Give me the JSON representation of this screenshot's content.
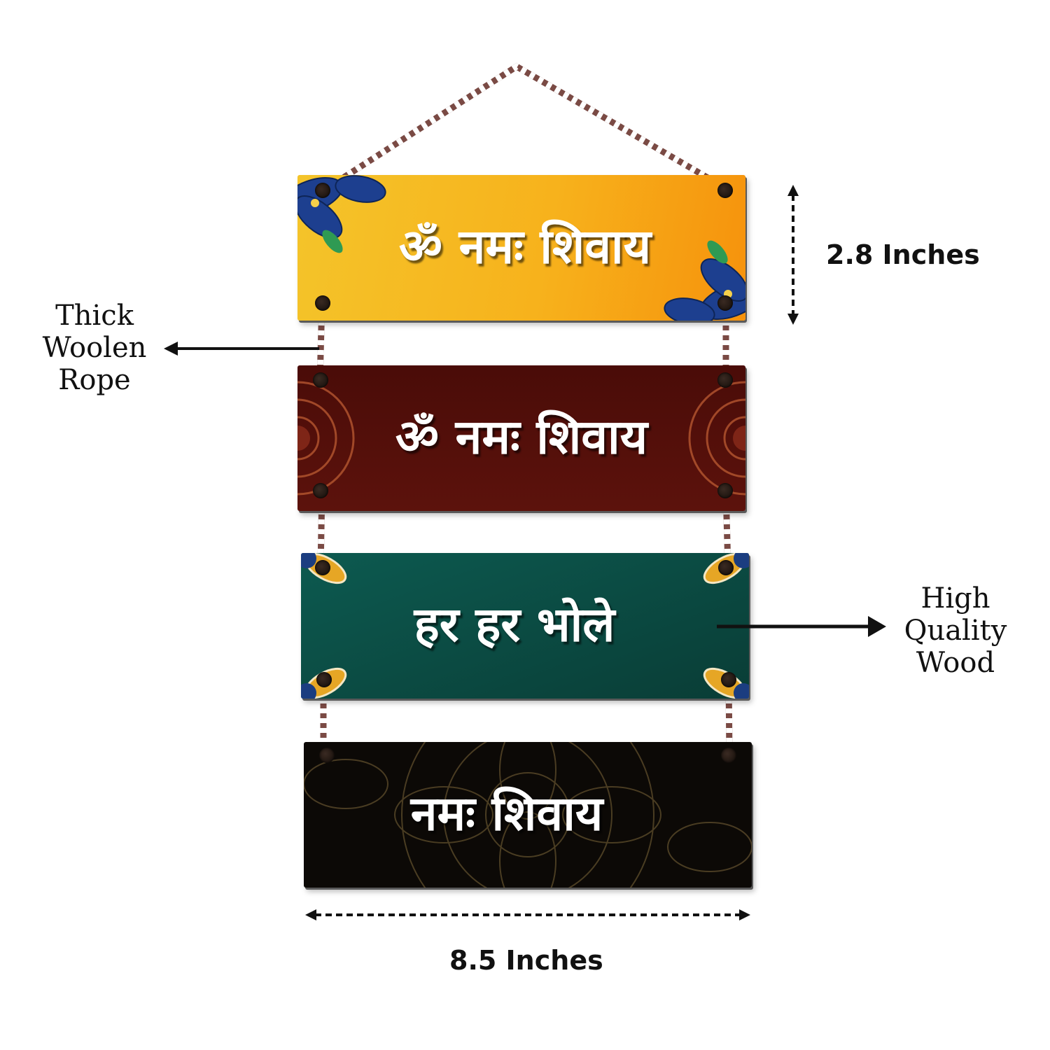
{
  "planks": [
    {
      "text": "ॐ नमः शिवाय",
      "color": "#f5b01c"
    },
    {
      "text": "ॐ नमः शिवाय",
      "color": "#520f0a"
    },
    {
      "text": "हर हर भोले",
      "color": "#0b4a42"
    },
    {
      "text": "नमः शिवाय",
      "color": "#0c0906"
    }
  ],
  "annotations": {
    "rope_label": [
      "Thick",
      "Woolen",
      "Rope"
    ],
    "wood_label": [
      "High",
      "Quality",
      "Wood"
    ],
    "height": "2.8 Inches",
    "width": "8.5 Inches"
  },
  "colors": {
    "rope_light": "#ffffff",
    "rope_dark": "#7a4a44",
    "arrow": "#111111"
  }
}
